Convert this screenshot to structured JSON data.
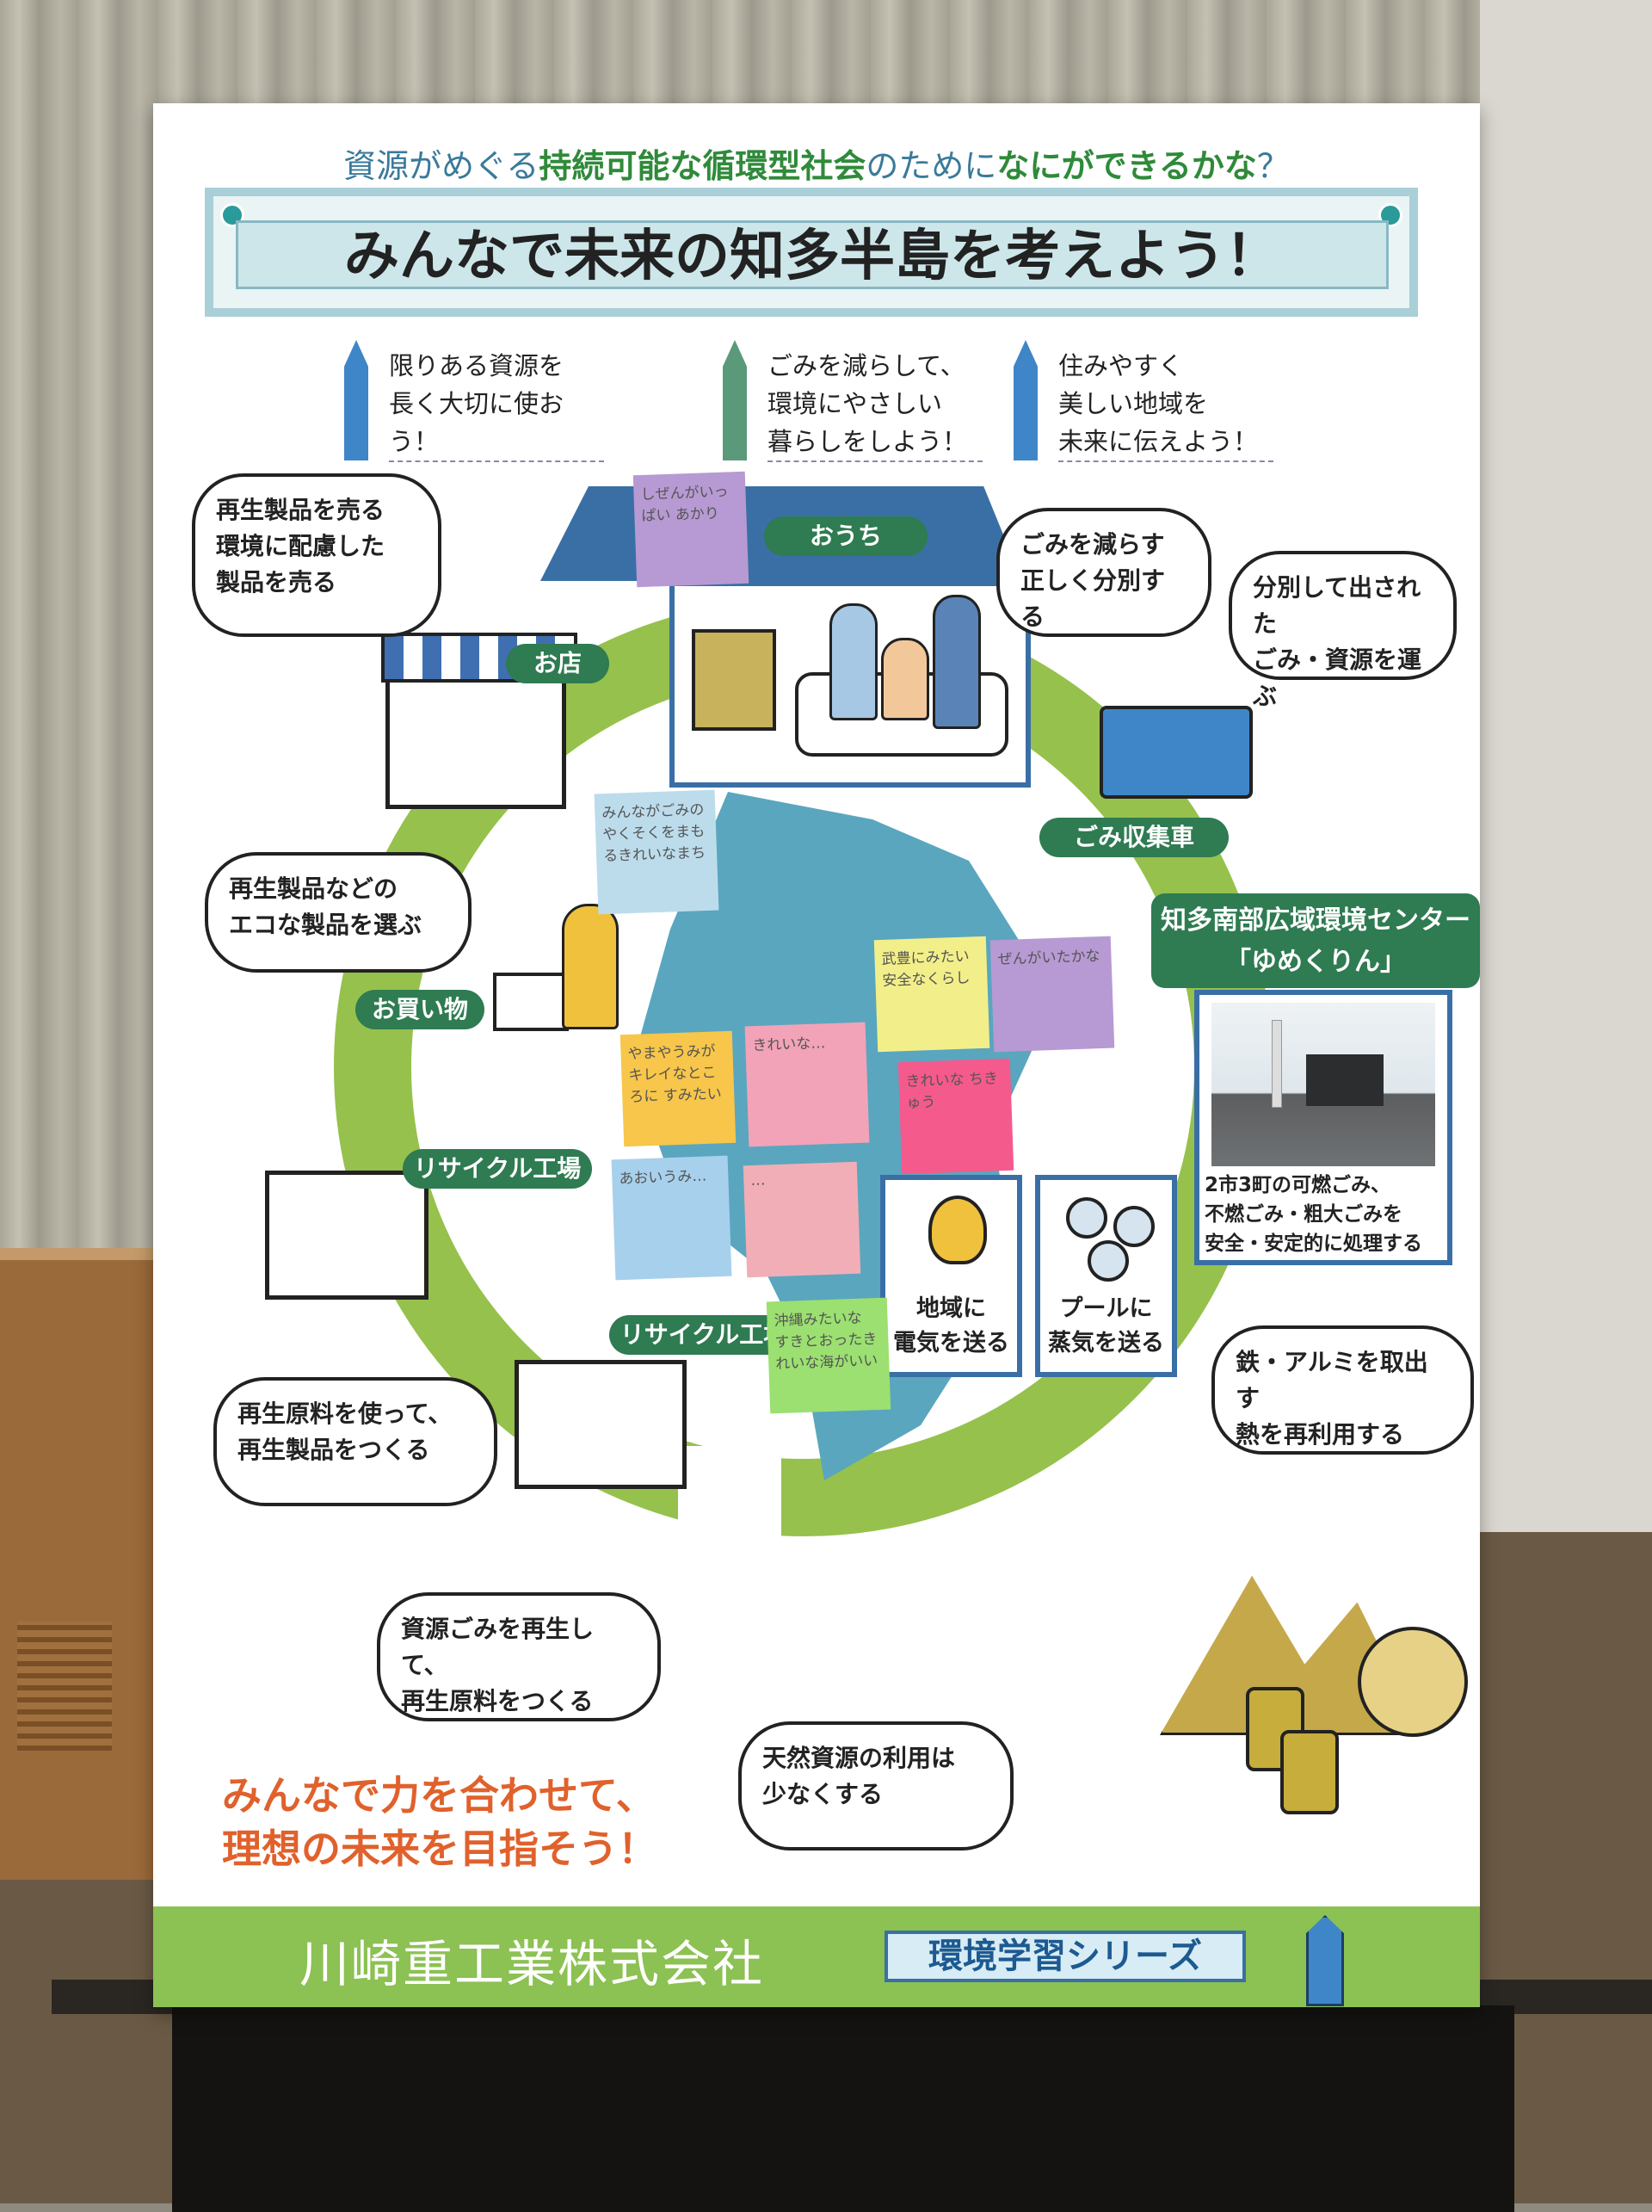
{
  "poster": {
    "subtitle_pre": "資源がめぐる",
    "subtitle_bold1": "持続可能な循環型社会",
    "subtitle_mid": "のために",
    "subtitle_bold2": "なにができるかな",
    "subtitle_end": "？",
    "title": "みんなで未来の知多半島を考えよう！",
    "goals": [
      {
        "lines": [
          "限りある資源を",
          "長く大切に使おう！"
        ]
      },
      {
        "lines": [
          "ごみを減らして、",
          "環境にやさしい",
          "暮らしをしよう！"
        ]
      },
      {
        "lines": [
          "住みやすく",
          "美しい地域を",
          "未来に伝えよう！"
        ]
      }
    ],
    "labels": {
      "home": "おうち",
      "shop": "お店",
      "shopping": "お買い物",
      "recycle_factory_1": "リサイクル工場",
      "recycle_factory_2": "リサイクル工場",
      "garbage_truck": "ごみ収集車"
    },
    "clouds": {
      "sell_recycled": [
        "再生製品を売る",
        "環境に配慮した",
        "製品を売る"
      ],
      "choose_eco": [
        "再生製品などの",
        "エコな製品を選ぶ"
      ],
      "reduce_waste": [
        "ごみを減らす",
        "正しく分別する"
      ],
      "carry_waste": [
        "分別して出された",
        "ごみ・資源を運ぶ"
      ],
      "use_materials": [
        "再生原料を使って、",
        "再生製品をつくる"
      ],
      "recycle_waste": [
        "資源ごみを再生して、",
        "再生原料をつくる"
      ],
      "natural_resources": [
        "天然資源の利用は",
        "少なくする"
      ],
      "metal": [
        "鉄・アルミを取出す",
        "熱を再利用する"
      ]
    },
    "center": {
      "name_line1": "知多南部広域環境センター",
      "name_line2": "「ゆめくりん」",
      "desc": [
        "2市3町の可燃ごみ、",
        "不燃ごみ・粗大ごみを",
        "安全・安定的に処理する"
      ]
    },
    "icons": {
      "electricity": [
        "地域に",
        "電気を送る"
      ],
      "steam": [
        "プールに",
        "蒸気を送る"
      ]
    },
    "sticky_notes": [
      {
        "text": "しぜんがいっぱい あかり",
        "color": "#b79ad3"
      },
      {
        "text": "みんながごみのやくそくをまもるきれいなまち",
        "color": "#bcdcec"
      },
      {
        "text": "武豊にみたい 安全なくらし",
        "color": "#f2ef8a"
      },
      {
        "text": "ぜんがいたかな",
        "color": "#b79ad3"
      },
      {
        "text": "やまやうみが キレイなところに すみたい",
        "color": "#f7c64a"
      },
      {
        "text": "きれいな…",
        "color": "#f2a3b8"
      },
      {
        "text": "きれいな ちきゅう",
        "color": "#f45a8c"
      },
      {
        "text": "あおいうみ…",
        "color": "#a7d0ec"
      },
      {
        "text": "…",
        "color": "#f2aeb6"
      },
      {
        "text": "沖縄みたいな すきとおったきれいな海がいい",
        "color": "#9be070"
      }
    ],
    "closing": [
      "みんなで力を合わせて、",
      "理想の未来を目指そう！"
    ],
    "footer": {
      "company": "川崎重工業株式会社",
      "series": "環境学習シリーズ"
    },
    "colors": {
      "ring": "#96c14c",
      "label_green": "#2f7b52",
      "accent_blue": "#3a6fa6",
      "closing_orange": "#e0612c",
      "footer_green": "#8cc153"
    }
  }
}
